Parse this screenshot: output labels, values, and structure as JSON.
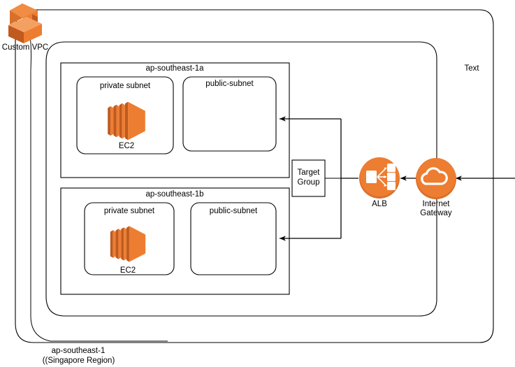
{
  "diagram": {
    "title": "AWS VPC architecture diagram",
    "colors": {
      "aws_orange": "#ED7D31",
      "aws_orange_dark": "#C05A1E",
      "aws_orange_mid": "#E8762C",
      "stroke": "#000000",
      "line": "#1A1A1A",
      "white": "#FFFFFF"
    },
    "vpc_icon": {
      "name": "Custom VPC",
      "icon": "aws-vpc-cube-icon"
    },
    "region": {
      "label_line1": "ap-southeast-1",
      "label_line2": "((Singapore Region)"
    },
    "free_text": {
      "label": "Text"
    },
    "availability_zones": [
      {
        "label": "ap-southeast-1a",
        "private_subnet": {
          "label": "private subnet",
          "instance": {
            "label": "EC2",
            "icon": "aws-ec2-icon"
          }
        },
        "public_subnet": {
          "label": "public-subnet"
        }
      },
      {
        "label": "ap-southeast-1b",
        "private_subnet": {
          "label": "private subnet",
          "instance": {
            "label": "EC2",
            "icon": "aws-ec2-icon"
          }
        },
        "public_subnet": {
          "label": "public-subnet"
        }
      }
    ],
    "target_group": {
      "label_line1": "Target",
      "label_line2": "Group"
    },
    "alb": {
      "label": "ALB",
      "icon": "aws-application-load-balancer-icon"
    },
    "internet_gateway": {
      "label_line1": "Internet",
      "label_line2": "Gateway",
      "icon": "aws-internet-gateway-cloud-icon"
    }
  }
}
